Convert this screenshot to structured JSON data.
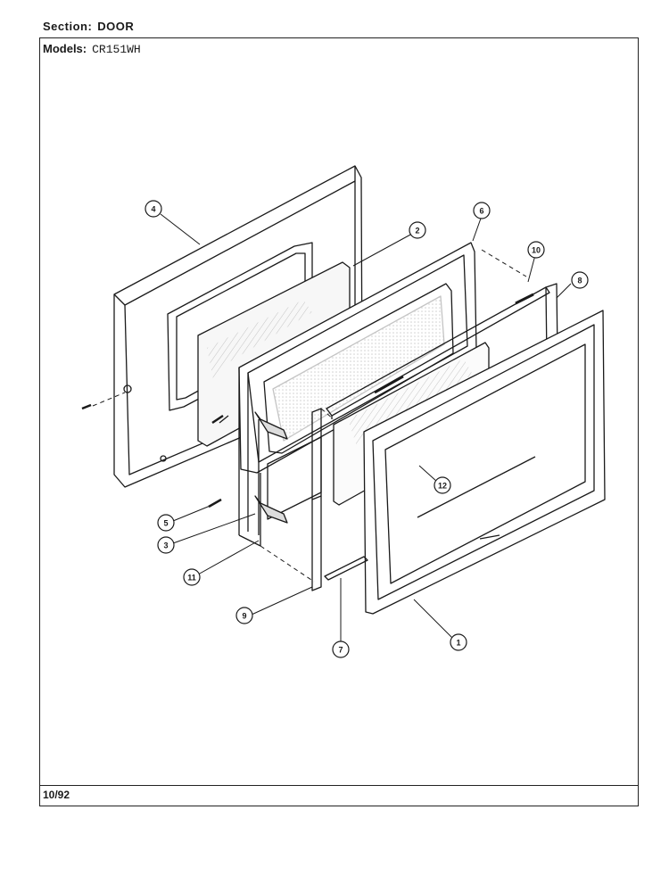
{
  "header": {
    "section_label": "Section:",
    "section_value": "DOOR",
    "models_label": "Models:",
    "models_value": "CR151WH"
  },
  "footer": {
    "date": "10/92"
  },
  "callouts": {
    "c1": "1",
    "c2": "2",
    "c3": "3",
    "c4": "4",
    "c5": "5",
    "c6": "6",
    "c7": "7",
    "c8": "8",
    "c9": "9",
    "c10": "10",
    "c11": "11",
    "c12": "12"
  }
}
